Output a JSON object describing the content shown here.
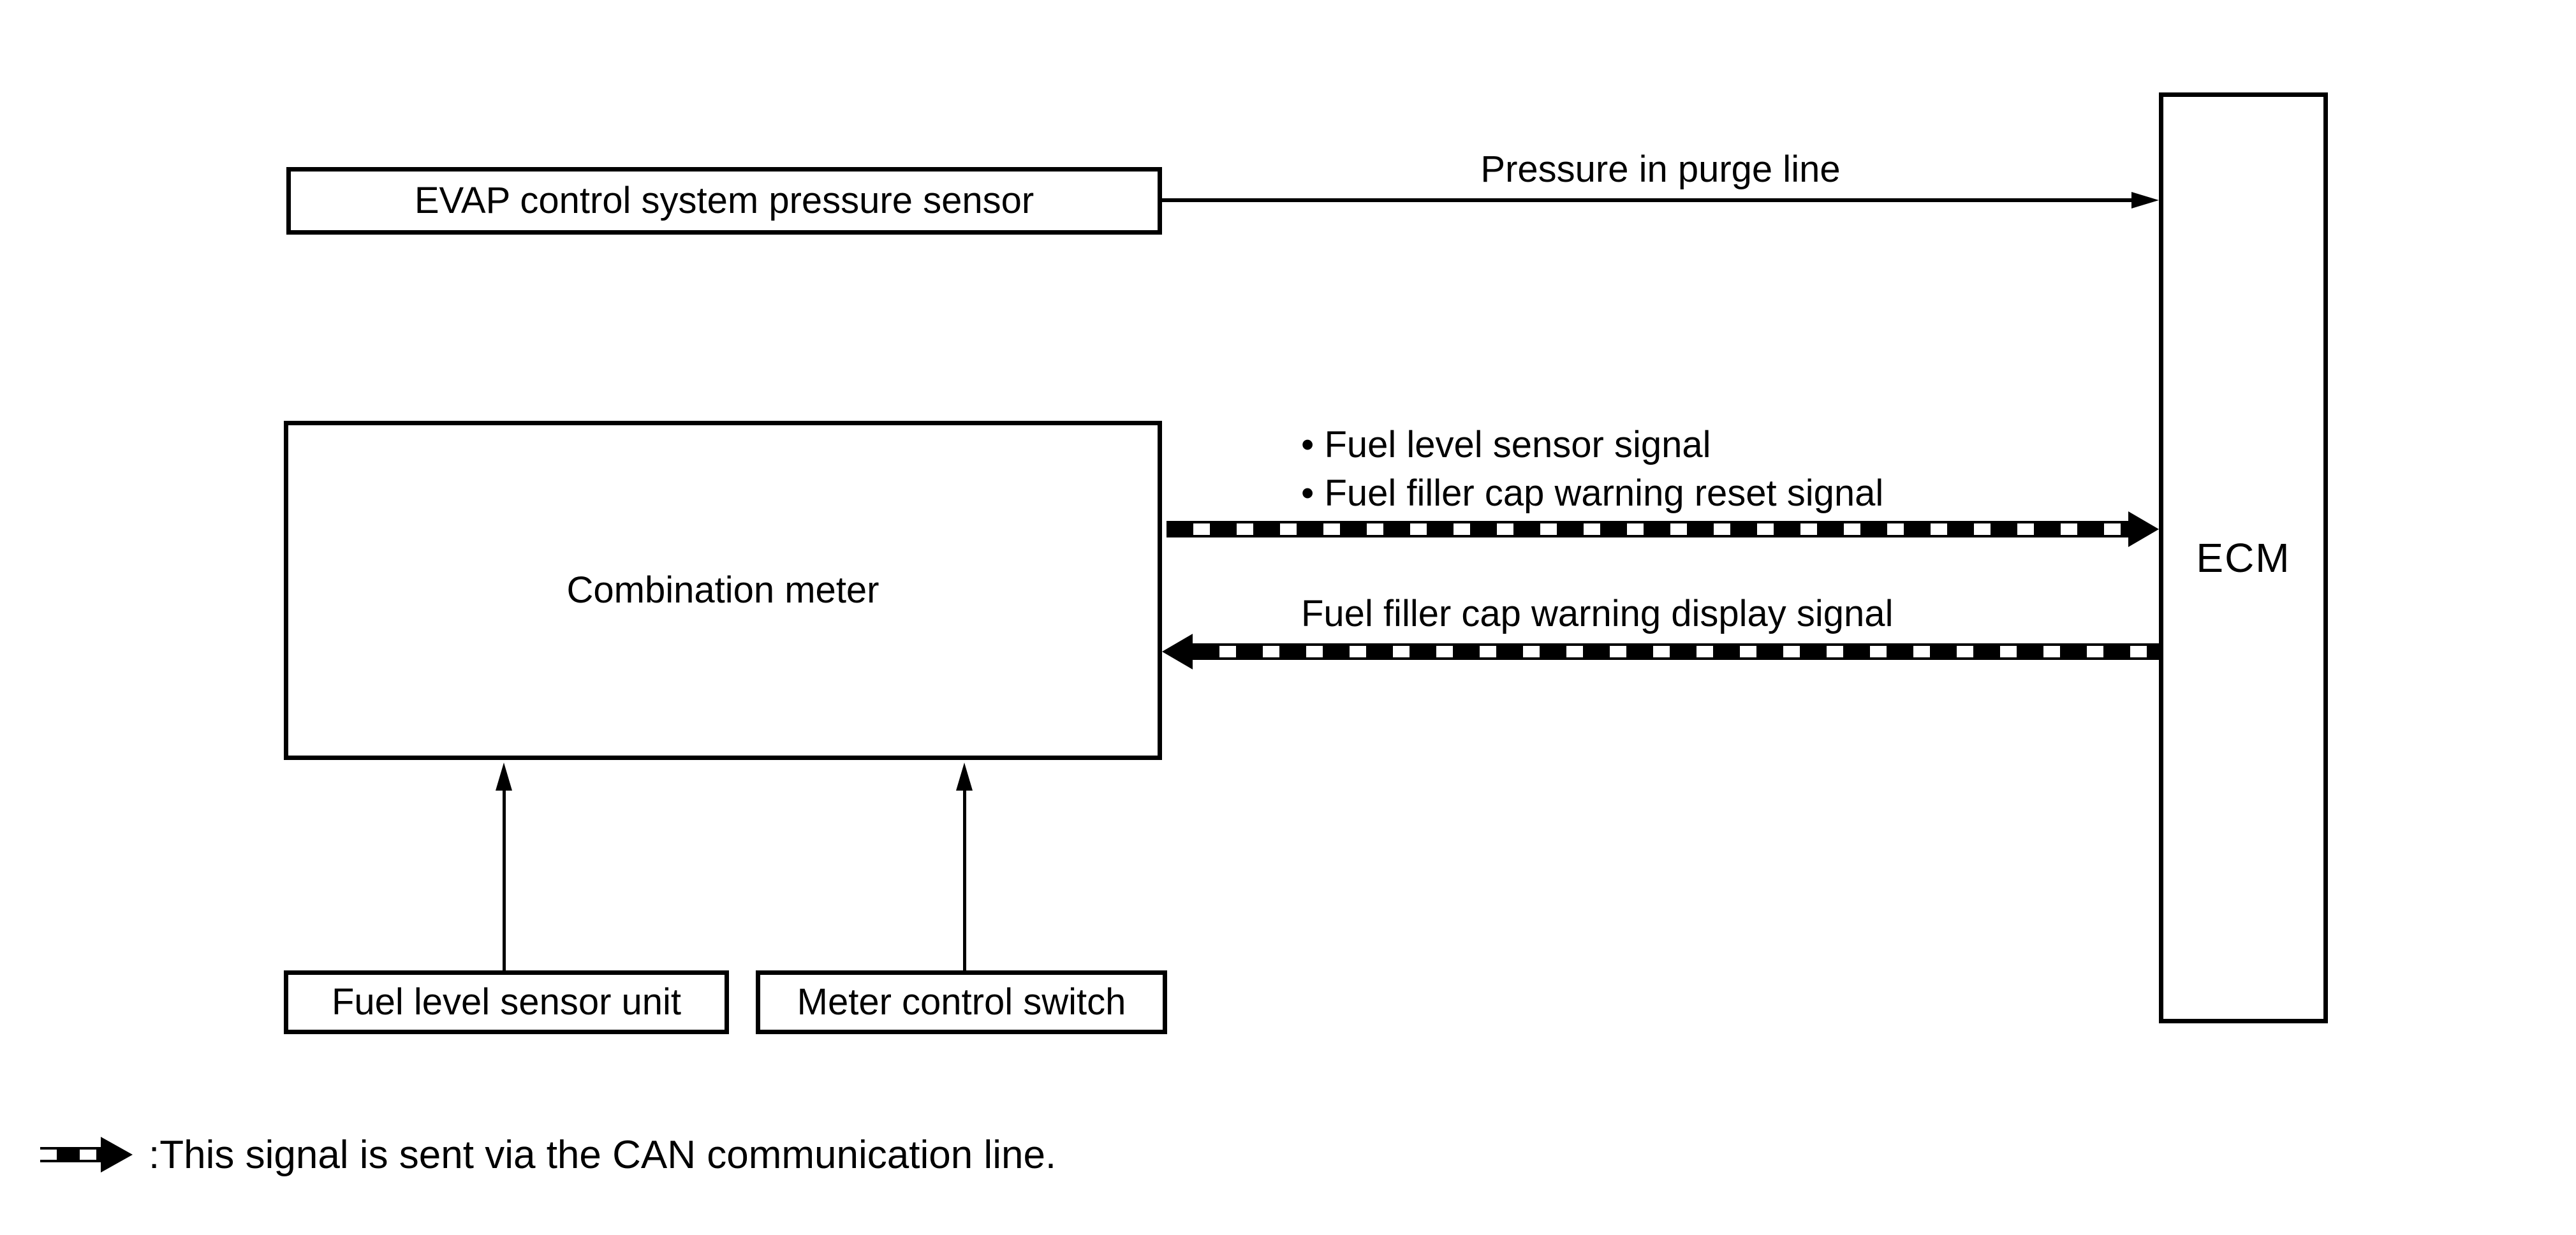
{
  "canvas": {
    "background_color": "#ffffff",
    "line_color": "#000000"
  },
  "boxes": {
    "evap_sensor": "EVAP control system pressure sensor",
    "combination_meter": "Combination meter",
    "ecm": "ECM",
    "fuel_level_sensor_unit": "Fuel level sensor unit",
    "meter_control_switch": "Meter control switch"
  },
  "signals": {
    "bullet_char": "•",
    "pressure_purge_line": "Pressure in purge line",
    "can_to_ecm_bullet_1": "Fuel level sensor signal",
    "can_to_ecm_bullet_2": "Fuel filler cap warning reset signal",
    "can_from_ecm": "Fuel filler cap warning display signal"
  },
  "legend": {
    "icon": "can-arrow",
    "text": ":This signal is sent via the CAN communication line."
  }
}
